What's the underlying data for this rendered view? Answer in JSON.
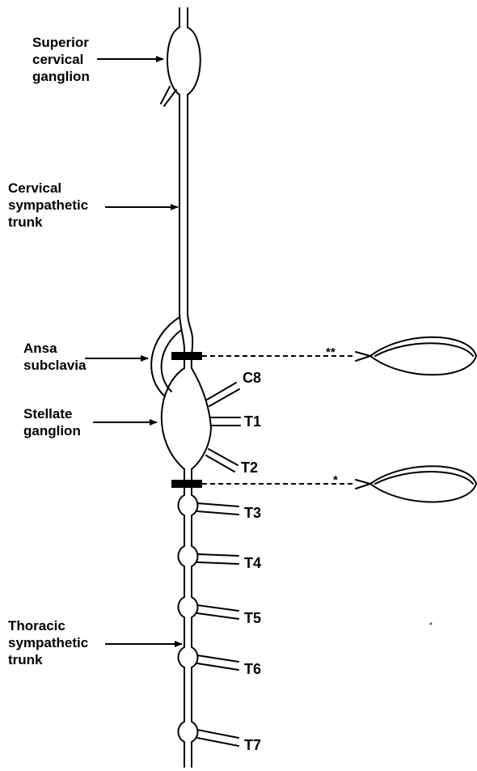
{
  "labels": {
    "superior_cervical_ganglion": "Superior\ncervical\nganglion",
    "cervical_sympathetic_trunk": "Cervical\nsympathetic\ntrunk",
    "ansa_subclavia": "Ansa\nsubclavia",
    "stellate_ganglion": "Stellate\nganglion",
    "thoracic_sympathetic_trunk": "Thoracic\nsympathetic\ntrunk"
  },
  "roots": {
    "c8": "C8",
    "t1": "T1",
    "t2": "T2",
    "t3": "T3",
    "t4": "T4",
    "t5": "T5",
    "t6": "T6",
    "t7": "T7"
  },
  "stimulation_markers": {
    "upper": "**",
    "lower": "*"
  },
  "colors": {
    "stroke": "#000000",
    "background": "#ffffff"
  }
}
